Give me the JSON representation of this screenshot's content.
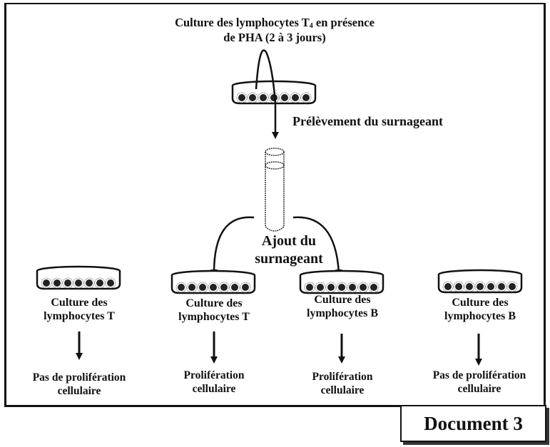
{
  "title": {
    "line1_before": "Culture des lymphocytes T",
    "line1_sub": "4",
    "line1_after": " en présence",
    "line2": "de PHA (2 à 3 jours)"
  },
  "step_label": "Prélèvement du surnageant",
  "add_label": {
    "line1": "Ajout du",
    "line2": "surnageant"
  },
  "cultures": [
    {
      "line1": "Culture des",
      "line2": "lymphocytes T",
      "supernatant_added": false,
      "result_line1": "Pas de prolifération",
      "result_line2": "cellulaire"
    },
    {
      "line1": "Culture des",
      "line2": "lymphocytes T",
      "supernatant_added": true,
      "result_line1": "Prolifération",
      "result_line2": "cellulaire"
    },
    {
      "line1": "Culture des",
      "line2": "lymphocytes B",
      "supernatant_added": true,
      "result_line1": "Prolifération",
      "result_line2": "cellulaire"
    },
    {
      "line1": "Culture des",
      "line2": "lymphocytes B",
      "supernatant_added": false,
      "result_line1": "Pas de prolifération",
      "result_line2": "cellulaire"
    }
  ],
  "document_label": "Document 3"
}
